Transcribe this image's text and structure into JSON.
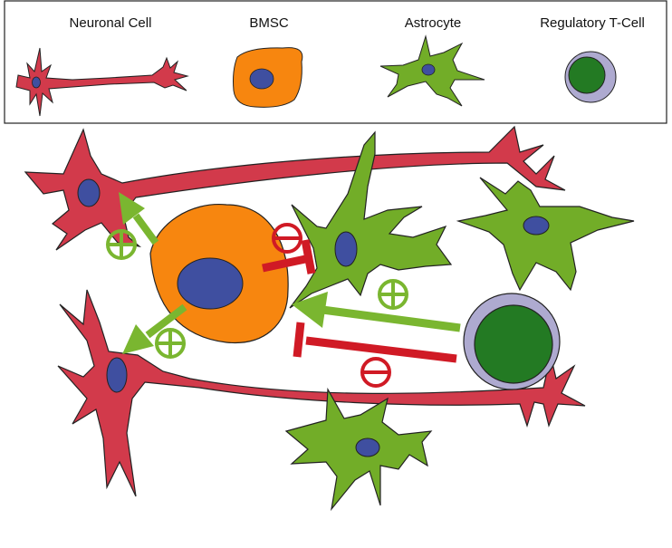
{
  "legend": {
    "items": [
      {
        "label": "Neuronal Cell"
      },
      {
        "label": "BMSC"
      },
      {
        "label": "Astrocyte"
      },
      {
        "label": "Regulatory T-Cell"
      }
    ]
  },
  "colors": {
    "neuron": "#d23a4b",
    "nucleus": "#3f4fa0",
    "bmsc": "#f7860f",
    "astrocyte": "#72ad28",
    "treg_outer": "#aeaad0",
    "treg_inner": "#237a23",
    "activation": "#7ab630",
    "inhibition": "#d01a25"
  },
  "symbols": {
    "positive": "plus-in-circle",
    "negative": "minus-in-circle"
  }
}
